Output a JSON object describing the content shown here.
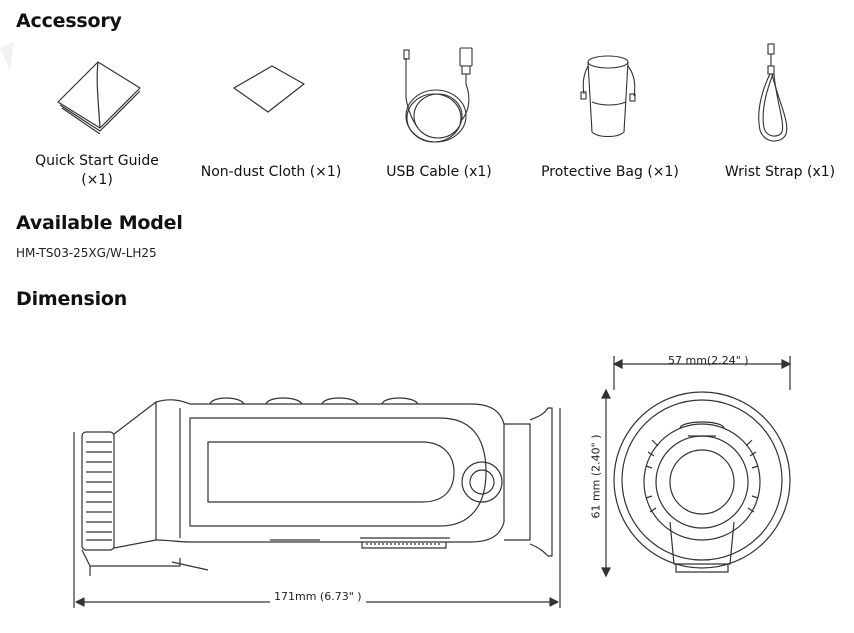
{
  "sections": {
    "accessory": {
      "title": "Accessory"
    },
    "model": {
      "title": "Available Model",
      "value": "HM-TS03-25XG/W-LH25"
    },
    "dimension": {
      "title": "Dimension"
    }
  },
  "accessories": [
    {
      "label": "Quick Start Guide (×1)",
      "icon": "quick-start-guide-icon"
    },
    {
      "label": "Non-dust Cloth (×1)",
      "icon": "cloth-icon"
    },
    {
      "label": "USB Cable (x1)",
      "icon": "usb-cable-icon"
    },
    {
      "label": "Protective Bag (×1)",
      "icon": "protective-bag-icon"
    },
    {
      "label": "Wrist Strap (x1)",
      "icon": "wrist-strap-icon"
    }
  ],
  "dimensions": {
    "length": "171mm (6.73\" )",
    "width": "57 mm(2.24\" )",
    "height": "61 mm (2.40\" )"
  },
  "colors": {
    "line": "#333333",
    "text": "#111111"
  }
}
